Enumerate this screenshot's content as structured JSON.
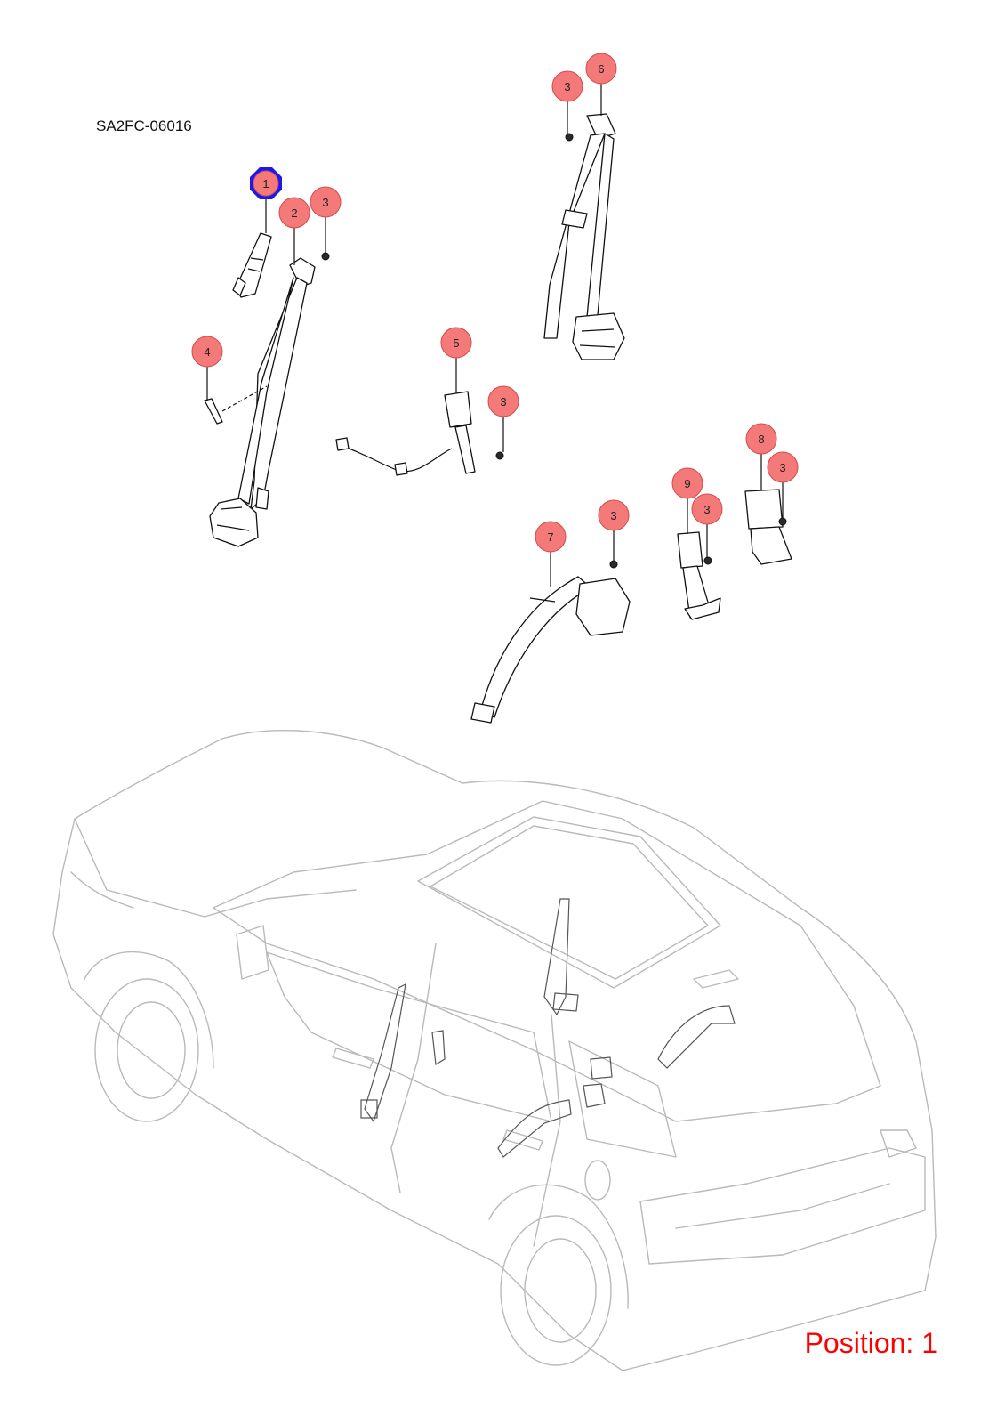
{
  "document_code": "SA2FC-06016",
  "position": {
    "label": "Position: 1",
    "color": "#ff0000"
  },
  "colors": {
    "callout_fill": "#f47a7a",
    "callout_stroke": "#d44a4a",
    "highlight": "#1a1aee"
  },
  "callouts": [
    {
      "number": "1",
      "part": "front-left-belt-height-adjuster",
      "highlighted": true
    },
    {
      "number": "2",
      "part": "front-left-seat-belt-retractor"
    },
    {
      "number": "3",
      "part": "bolt"
    },
    {
      "number": "4",
      "part": "belt-guide-clip"
    },
    {
      "number": "5",
      "part": "front-seat-belt-buckle"
    },
    {
      "number": "3",
      "part": "bolt"
    },
    {
      "number": "3",
      "part": "bolt"
    },
    {
      "number": "6",
      "part": "front-right-seat-belt-retractor"
    },
    {
      "number": "7",
      "part": "rear-center-seat-belt-retractor"
    },
    {
      "number": "3",
      "part": "bolt"
    },
    {
      "number": "9",
      "part": "rear-seat-belt-buckle"
    },
    {
      "number": "3",
      "part": "bolt"
    },
    {
      "number": "8",
      "part": "rear-double-buckle"
    },
    {
      "number": "3",
      "part": "bolt"
    }
  ]
}
